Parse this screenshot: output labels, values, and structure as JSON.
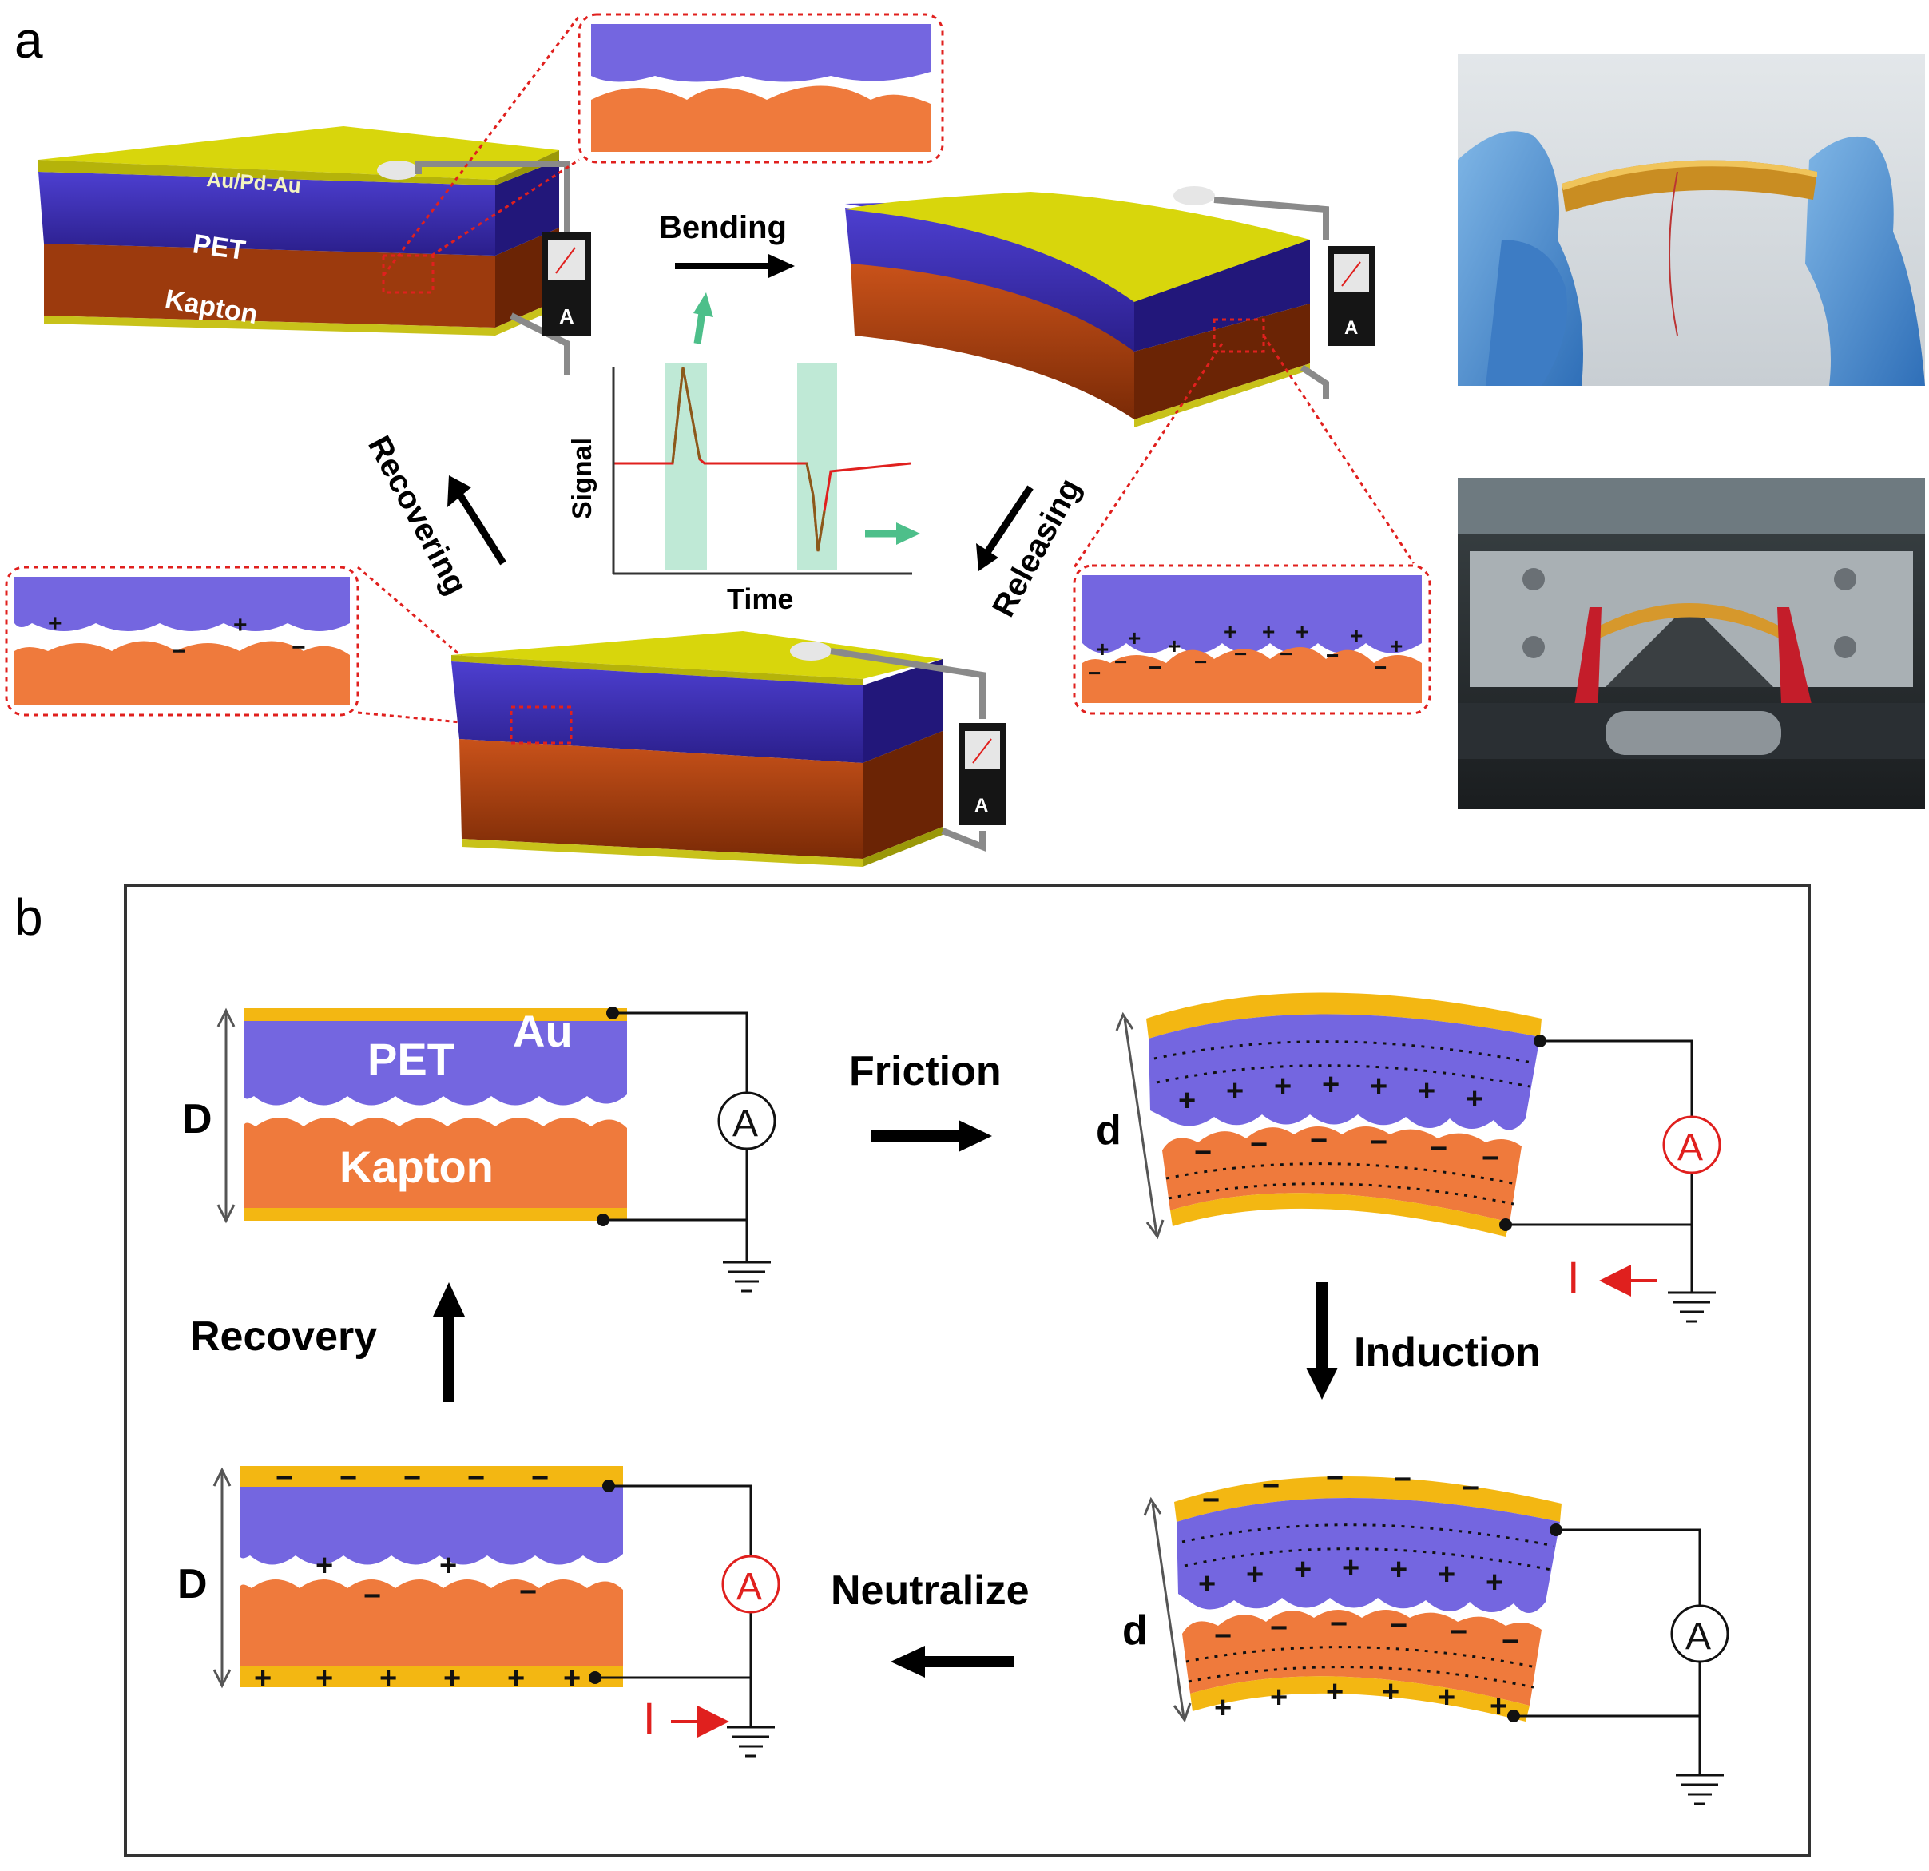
{
  "panel_a": {
    "label": "a",
    "layer_top": "Au/Pd-Au",
    "layer_mid": "PET",
    "layer_bot": "Kapton",
    "meter": "A",
    "step_bending": "Bending",
    "step_releasing": "Releasing",
    "step_recovering": "Recovering",
    "graph_ylabel": "Signal",
    "graph_xlabel": "Time",
    "plus": "+",
    "minus": "−"
  },
  "panel_b": {
    "label": "b",
    "pet": "PET",
    "au": "Au",
    "kapton": "Kapton",
    "gap_open": "D",
    "gap_bent": "d",
    "meter": "A",
    "current": "I",
    "step_friction": "Friction",
    "step_induction": "Induction",
    "step_neutralize": "Neutralize",
    "step_recovery": "Recovery",
    "plus": "+",
    "minus": "−"
  },
  "colors": {
    "gold": "#f3b712",
    "yellow_top": "#d6d60a",
    "pet_dark": "#3d2fb0",
    "pet_light": "#7466e0",
    "kapton_dark": "#a03b0c",
    "kapton_light": "#ef7a3c",
    "red": "#e0201e",
    "green": "#4dbf8a"
  },
  "icons": [
    "ammeter-icon",
    "ground-icon",
    "electrode-contact-icon"
  ]
}
